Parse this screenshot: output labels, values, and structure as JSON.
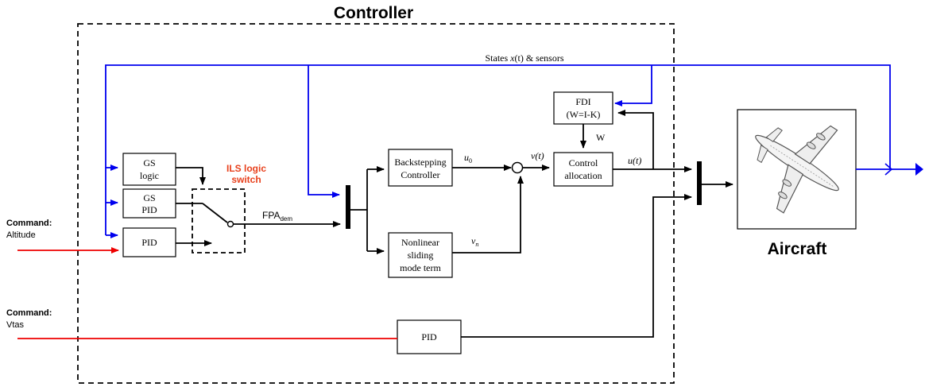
{
  "title": "Controller",
  "states_label": "States x(t) & sensors",
  "states_prefix": "States ",
  "states_var": "x",
  "states_arg": "(t)",
  "states_suffix": " & sensors",
  "ils_switch_line1": "ILS logic",
  "ils_switch_line2": "switch",
  "colors": {
    "feedback": "#0000ee",
    "command": "#ee0000",
    "ils_label": "#e8401c",
    "wire": "#000000"
  },
  "blocks": {
    "gs_logic": [
      "GS",
      "logic"
    ],
    "gs_pid": [
      "GS",
      "PID"
    ],
    "pid_alt": "PID",
    "backstepping": [
      "Backstepping",
      "Controller"
    ],
    "sliding": [
      "Nonlinear",
      "sliding",
      "mode term"
    ],
    "control_alloc": [
      "Control",
      "allocation"
    ],
    "fdi": [
      "FDI",
      "(W=I-K)"
    ],
    "pid_vtas": "PID"
  },
  "signals": {
    "fpa_main": "FPA",
    "fpa_sub": "dem",
    "u0_main": "u",
    "u0_sub": "0",
    "vn_main": "v",
    "vn_sub": "n",
    "v_t": "v(t)",
    "u_t": "u(t)",
    "w": "W"
  },
  "commands": {
    "altitude_label": "Command:",
    "altitude_value": "Altitude",
    "vtas_label": "Command:",
    "vtas_value": "Vtas"
  },
  "aircraft_label": "Aircraft",
  "icons": [
    "airplane-icon"
  ]
}
